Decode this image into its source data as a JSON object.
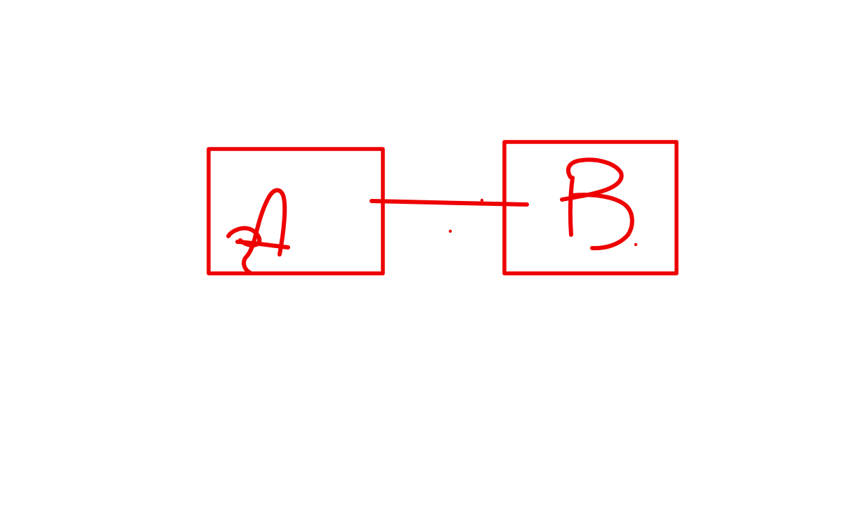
{
  "drawing": {
    "stroke_color": "#ee0000",
    "background_color": "#ffffff",
    "nodes": [
      {
        "id": "node-a",
        "label": "A"
      },
      {
        "id": "node-b",
        "label": "B"
      }
    ],
    "edges": [
      {
        "from": "A",
        "to": "B",
        "style": "undirected line"
      }
    ]
  }
}
